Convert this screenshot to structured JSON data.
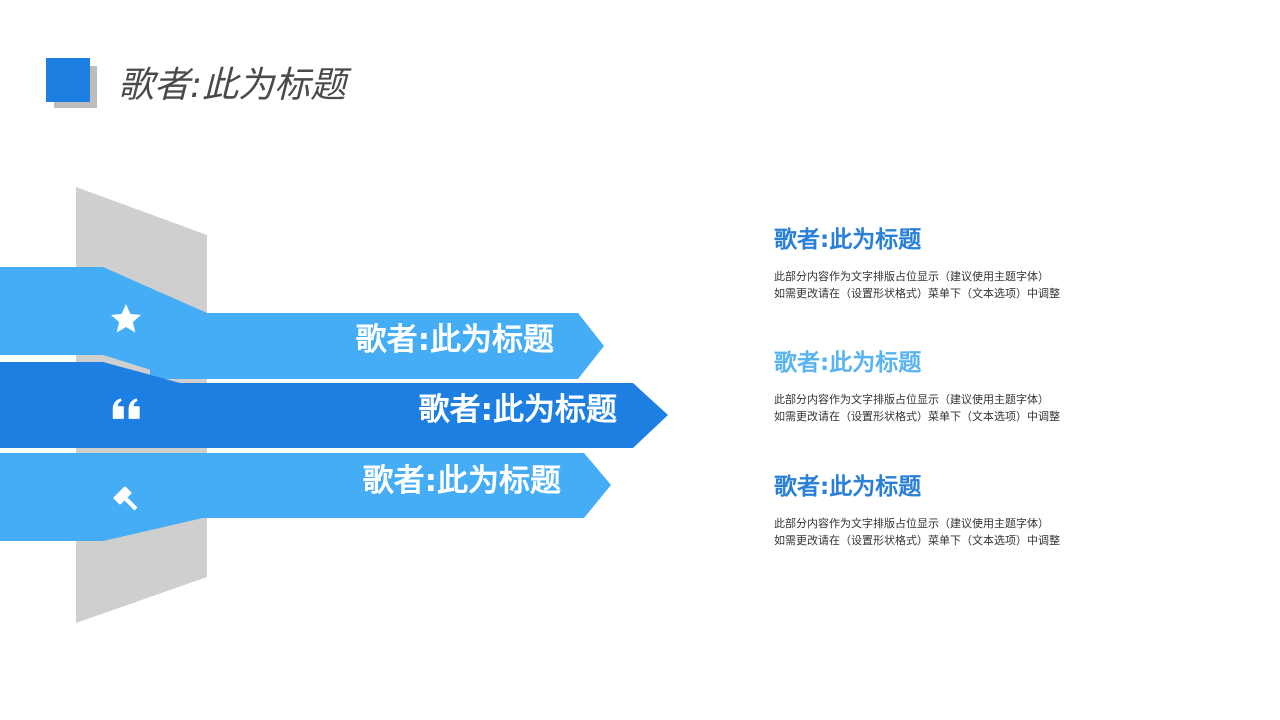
{
  "header": {
    "title": "歌者:此为标题"
  },
  "ribbons": [
    {
      "label": "歌者:此为标题",
      "icon": "star-icon"
    },
    {
      "label": "歌者:此为标题",
      "icon": "quote-icon"
    },
    {
      "label": "歌者:此为标题",
      "icon": "gavel-icon"
    }
  ],
  "items": [
    {
      "title": "歌者:此为标题",
      "line1": "此部分内容作为文字排版占位显示（建议使用主题字体）",
      "line2": "如需更改请在（设置形状格式）菜单下（文本选项）中调整"
    },
    {
      "title": "歌者:此为标题",
      "line1": "此部分内容作为文字排版占位显示（建议使用主题字体）",
      "line2": "如需更改请在（设置形状格式）菜单下（文本选项）中调整"
    },
    {
      "title": "歌者:此为标题",
      "line1": "此部分内容作为文字排版占位显示（建议使用主题字体）",
      "line2": "如需更改请在（设置形状格式）菜单下（文本选项）中调整"
    }
  ],
  "colors": {
    "accent": "#1e7fe3",
    "ribbon_light": "#44adf5",
    "ribbon_dark": "#1e7fe3",
    "title_dark": "#2a80d6",
    "title_light": "#5ab4ef",
    "panel_gray": "#cfcfcf"
  }
}
